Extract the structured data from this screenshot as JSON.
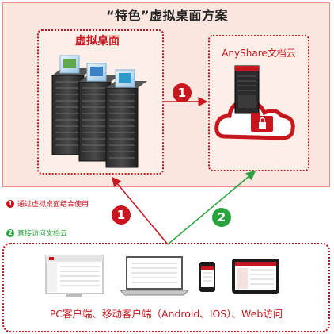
{
  "title": "“特色”虚拟桌面方案",
  "virtual_desktop": {
    "label": "虚拟桌面"
  },
  "cloud": {
    "label": "AnyShare文档云"
  },
  "legend": {
    "item1": {
      "number": "1",
      "text": "通过虚拟桌面结合使用"
    },
    "item2": {
      "number": "2",
      "text": "直接访问文档云"
    }
  },
  "badges": {
    "top": "1",
    "left": "1",
    "right": "2"
  },
  "clients": {
    "label": "PC客户端、移动客户端（Android、IOS）、Web访问"
  },
  "colors": {
    "accent_red": "#c8161e",
    "accent_green": "#2aa33e",
    "panel_bg": "#fbe7df"
  }
}
